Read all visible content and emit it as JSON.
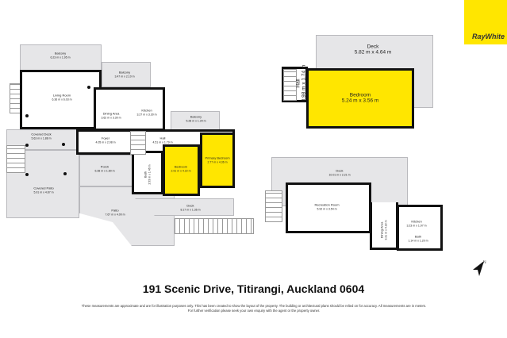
{
  "brand": {
    "name": "RayWhite",
    "color": "#ffe600"
  },
  "title": "191 Scenic Drive, Titirangi, Auckland 0604",
  "disclaimer": "These measurements are approximate and are for illustration purposes only. This has been created to show the layout of the property. The building or architectural plans should be relied on for accuracy. All measurements are in meters. For further verification please seek your own enquiry with the agent or the property owner.",
  "north_icon": "north-arrow-icon",
  "floors": {
    "main": {
      "rooms": [
        {
          "name": "Balcony",
          "dims": "6.23 m x 1.95 m"
        },
        {
          "name": "Living Room",
          "dims": "6.36 m x 6.03 m"
        },
        {
          "name": "Balcony",
          "dims": "3.47 m x 2.10 m"
        },
        {
          "name": "Dining Area",
          "dims": "3.62 m x 3.30 m"
        },
        {
          "name": "Kitchen",
          "dims": "3.27 m x 3.30 m"
        },
        {
          "name": "Balcony",
          "dims": "5.28 m x 1.34 m"
        },
        {
          "name": "Covered Deck",
          "dims": "5.63 m x 1.88 m"
        },
        {
          "name": "Foyer",
          "dims": "4.05 m x 2.08 m"
        },
        {
          "name": "Hall",
          "dims": "4.51 m x 1.79 m"
        },
        {
          "name": "Porch",
          "dims": "6.38 m x 1.80 m"
        },
        {
          "name": "Bath",
          "dims": "2.93 m x 1.46 m"
        },
        {
          "name": "Bedroom",
          "dims": "2.91 m x 4.22 m"
        },
        {
          "name": "Primary Bedroom",
          "dims": "2.77 m x 4.36 m"
        },
        {
          "name": "Covered Patio",
          "dims": "5.91 m x 4.87 m"
        },
        {
          "name": "Deck",
          "dims": "8.17 m x 1.36 m"
        },
        {
          "name": "Patio",
          "dims": "7.67 m x 4.00 m"
        }
      ]
    },
    "upper": {
      "rooms": [
        {
          "name": "Deck",
          "dims": "5.82 m x 4.64 m"
        },
        {
          "name": "Hall",
          "dims": "0.98 m x 1.74 m"
        },
        {
          "name": "Bedroom",
          "dims": "5.24 m x 3.56 m"
        }
      ]
    },
    "lower": {
      "rooms": [
        {
          "name": "Deck",
          "dims": "10.01 m x 2.21 m"
        },
        {
          "name": "Recreation Room",
          "dims": "5.92 m x 3.54 m"
        },
        {
          "name": "Dining Area",
          "dims": "3.21 m x 4.22 m"
        },
        {
          "name": "Kitchen",
          "dims": "3.23 m x 1.97 m"
        },
        {
          "name": "Bath",
          "dims": "1.14 m x 1.20 m"
        }
      ]
    }
  }
}
